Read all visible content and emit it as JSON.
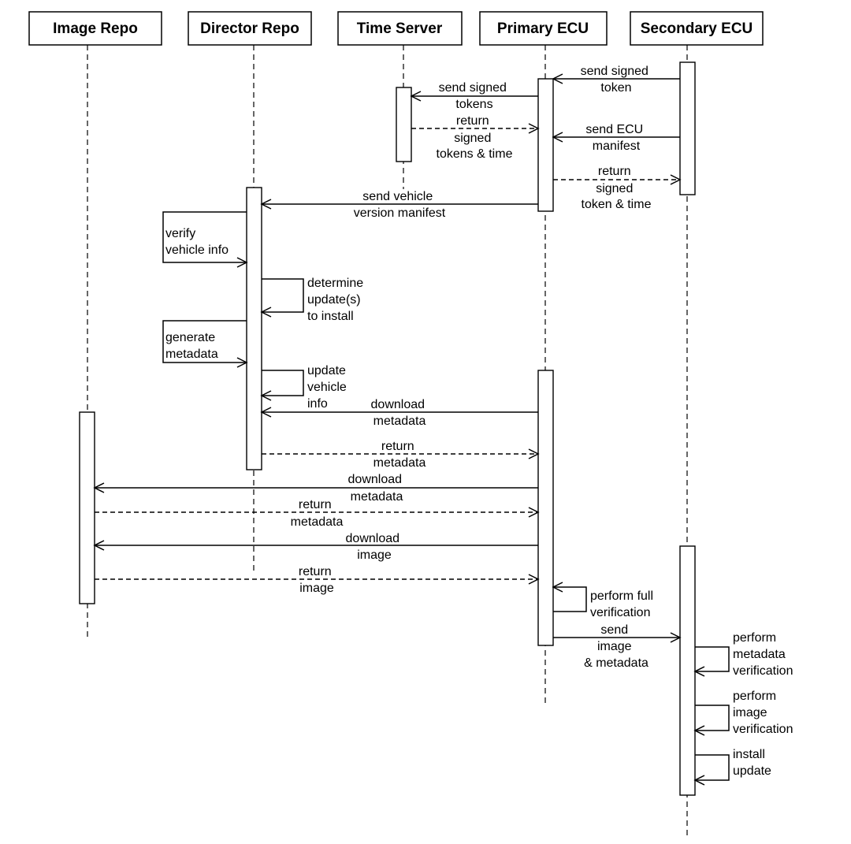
{
  "participants": [
    {
      "id": "image_repo",
      "name": "Image Repo"
    },
    {
      "id": "director_repo",
      "name": "Director Repo"
    },
    {
      "id": "time_server",
      "name": "Time Server"
    },
    {
      "id": "primary_ecu",
      "name": "Primary ECU"
    },
    {
      "id": "secondary_ecu",
      "name": "Secondary ECU"
    }
  ],
  "messages": [
    {
      "id": "m01",
      "from": "secondary_ecu",
      "to": "primary_ecu",
      "style": "solid",
      "label": [
        "send signed",
        "token"
      ]
    },
    {
      "id": "m02",
      "from": "primary_ecu",
      "to": "time_server",
      "style": "solid",
      "label": [
        "send signed",
        "tokens"
      ]
    },
    {
      "id": "m03",
      "from": "time_server",
      "to": "primary_ecu",
      "style": "dashed",
      "label": [
        "return",
        "signed",
        "tokens & time"
      ]
    },
    {
      "id": "m04",
      "from": "secondary_ecu",
      "to": "primary_ecu",
      "style": "solid",
      "label": [
        "send ECU",
        "manifest"
      ]
    },
    {
      "id": "m05",
      "from": "primary_ecu",
      "to": "secondary_ecu",
      "style": "dashed",
      "label": [
        "return",
        "signed",
        "token & time"
      ]
    },
    {
      "id": "m06",
      "from": "primary_ecu",
      "to": "director_repo",
      "style": "solid",
      "label": [
        "send vehicle",
        "version manifest"
      ]
    },
    {
      "id": "m07",
      "from": "director_repo",
      "to": "director_repo",
      "style": "self-left",
      "label": [
        "verify",
        "vehicle info"
      ]
    },
    {
      "id": "m08",
      "from": "director_repo",
      "to": "director_repo",
      "style": "self",
      "label": [
        "determine",
        "update(s)",
        "to install"
      ]
    },
    {
      "id": "m09",
      "from": "director_repo",
      "to": "director_repo",
      "style": "self-left",
      "label": [
        "generate",
        "metadata"
      ]
    },
    {
      "id": "m10",
      "from": "director_repo",
      "to": "director_repo",
      "style": "self",
      "label": [
        "update",
        "vehicle",
        "info"
      ]
    },
    {
      "id": "m11",
      "from": "primary_ecu",
      "to": "director_repo",
      "style": "solid",
      "label": [
        "download",
        "metadata"
      ]
    },
    {
      "id": "m12",
      "from": "director_repo",
      "to": "primary_ecu",
      "style": "dashed",
      "label": [
        "return",
        "metadata"
      ]
    },
    {
      "id": "m13",
      "from": "primary_ecu",
      "to": "image_repo",
      "style": "solid",
      "label": [
        "download",
        "metadata"
      ]
    },
    {
      "id": "m14",
      "from": "image_repo",
      "to": "primary_ecu",
      "style": "dashed",
      "label": [
        "return",
        "metadata"
      ]
    },
    {
      "id": "m15",
      "from": "primary_ecu",
      "to": "image_repo",
      "style": "solid",
      "label": [
        "download",
        "image"
      ]
    },
    {
      "id": "m16",
      "from": "image_repo",
      "to": "primary_ecu",
      "style": "dashed",
      "label": [
        "return",
        "image"
      ]
    },
    {
      "id": "m17",
      "from": "primary_ecu",
      "to": "primary_ecu",
      "style": "self",
      "label": [
        "perform full",
        "verification"
      ]
    },
    {
      "id": "m18",
      "from": "primary_ecu",
      "to": "secondary_ecu",
      "style": "solid",
      "label": [
        "send",
        "image",
        "& metadata"
      ]
    },
    {
      "id": "m19",
      "from": "secondary_ecu",
      "to": "secondary_ecu",
      "style": "self",
      "label": [
        "perform",
        "metadata",
        "verification"
      ]
    },
    {
      "id": "m20",
      "from": "secondary_ecu",
      "to": "secondary_ecu",
      "style": "self",
      "label": [
        "perform",
        "image",
        "verification"
      ]
    },
    {
      "id": "m21",
      "from": "secondary_ecu",
      "to": "secondary_ecu",
      "style": "self",
      "label": [
        "install",
        "update"
      ]
    }
  ]
}
